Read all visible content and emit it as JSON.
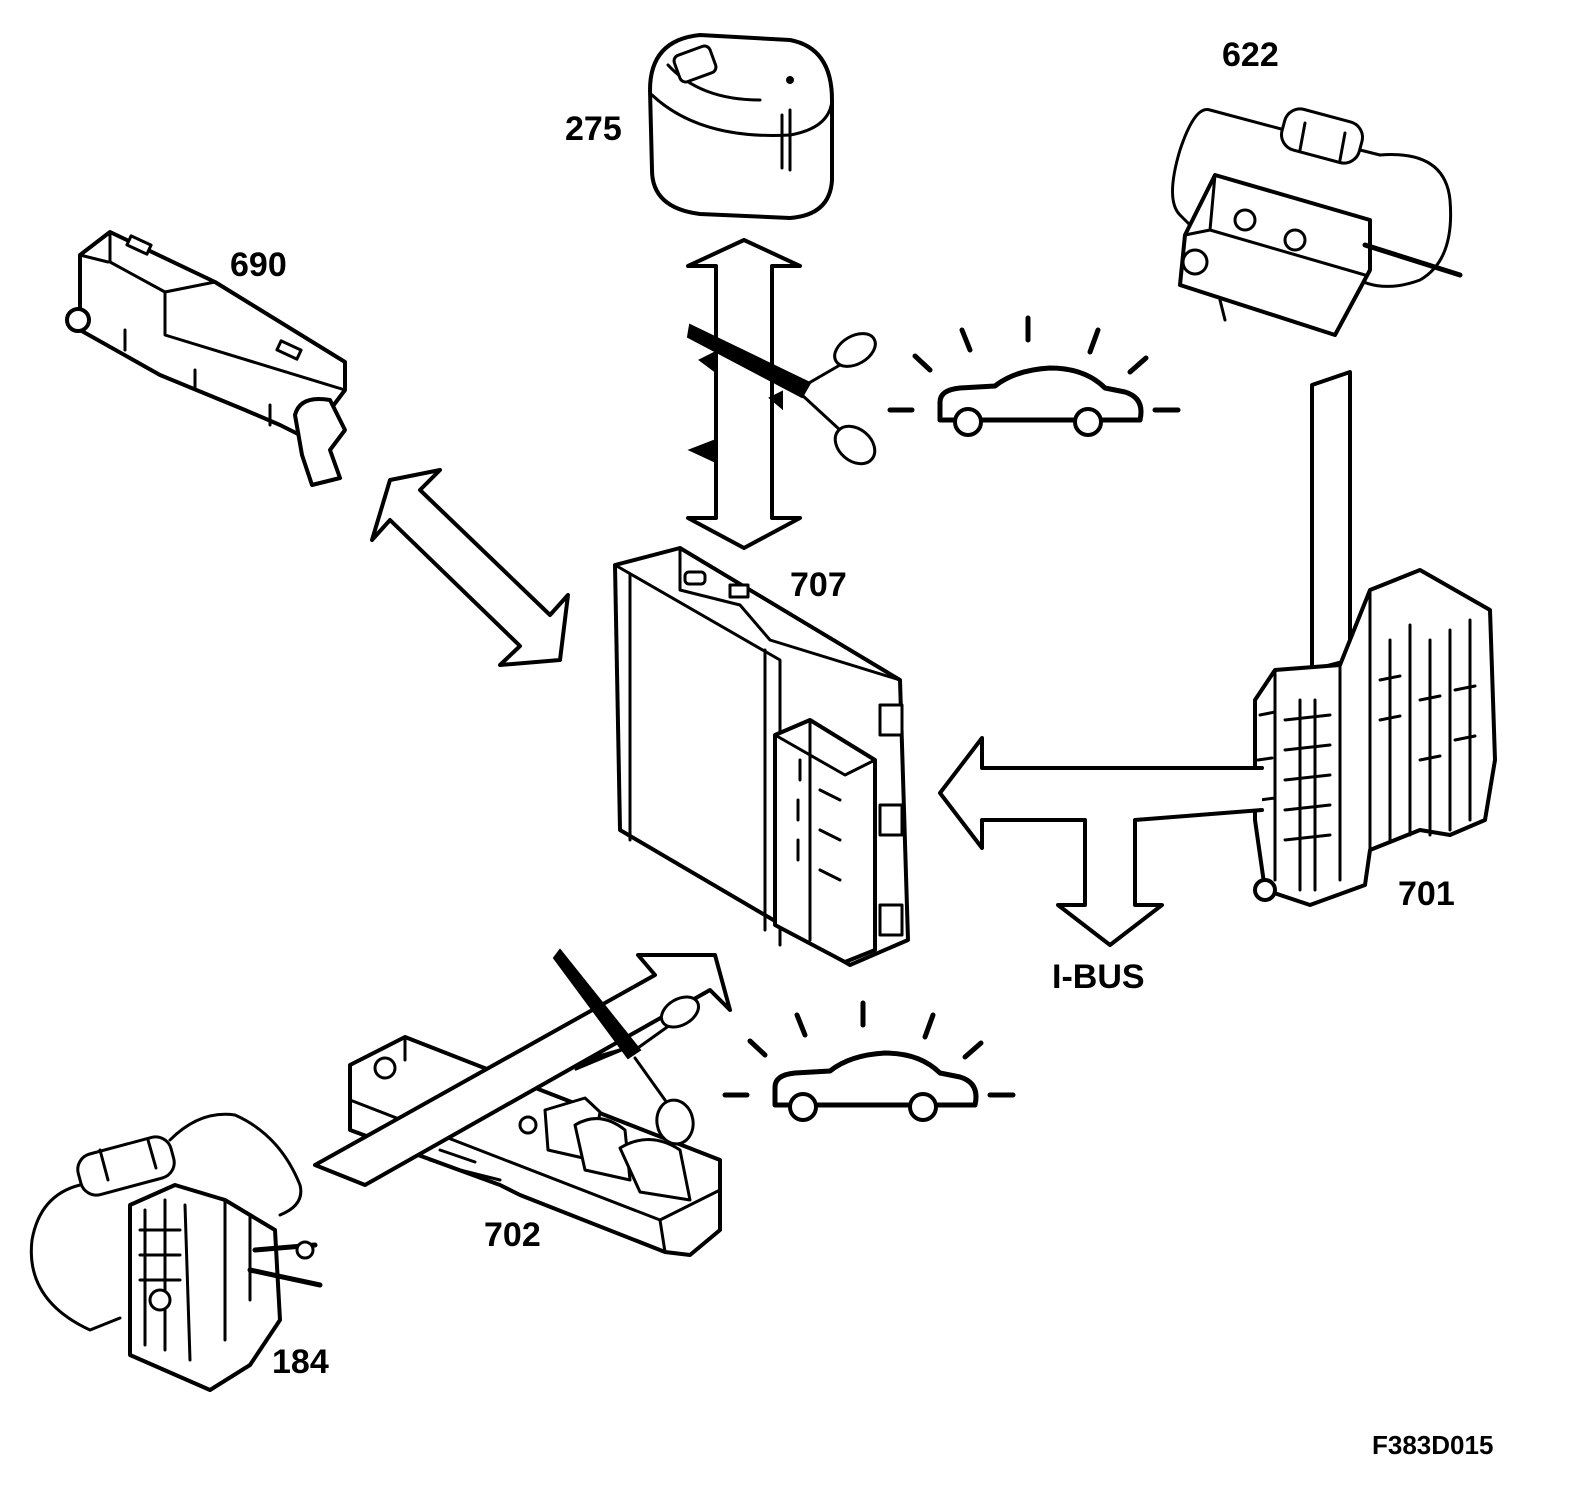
{
  "labels": {
    "c275": "275",
    "c622": "622",
    "c690": "690",
    "c707": "707",
    "c701": "701",
    "c702": "702",
    "c184": "184",
    "ibus": "I-BUS"
  },
  "figure_ref": "F383D015",
  "icons": [
    "scissors-icon",
    "car-lights-icon",
    "bidirectional-arrow-icon",
    "signal-arrow-icon"
  ]
}
